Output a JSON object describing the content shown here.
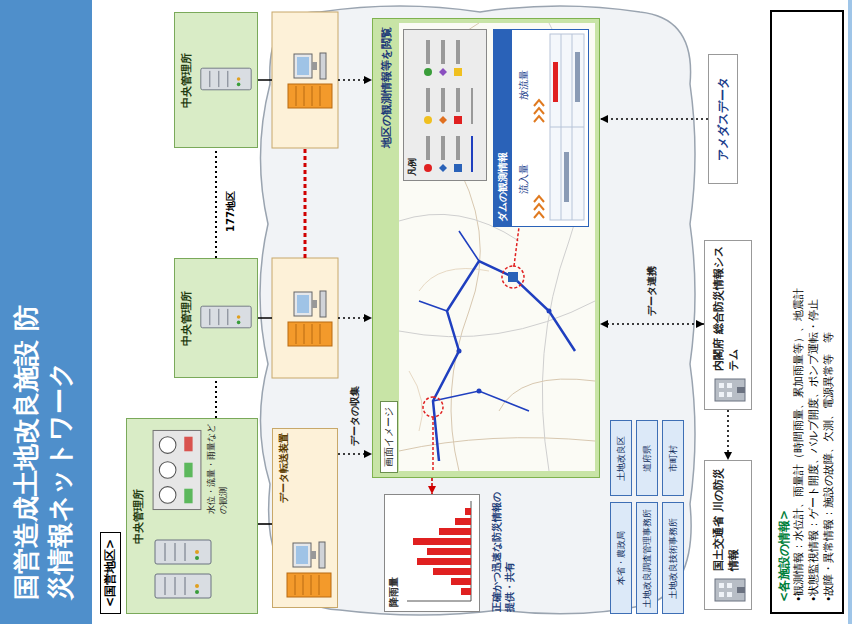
{
  "diagram": {
    "title": "国営造成土地改良施設 防災情報ネットワーク",
    "nodes": [
      {
        "text": [
          "<国営地区>"
        ]
      },
      {
        "text": [
          "中央管理所"
        ],
        "in": 0
      },
      {
        "text": [
          "中央管理所"
        ],
        "in": 0
      },
      {
        "text": [
          "中央管理所"
        ],
        "in": 0
      },
      {
        "text": [
          "データ転送装置"
        ]
      },
      {
        "text": [
          "画面イメージ",
          "地区の観測情報等を閲覧"
        ]
      },
      {
        "text": [
          "凡例"
        ],
        "in": 5
      },
      {
        "text": [
          "ダムの観測情報",
          "流入量",
          "放流量"
        ],
        "in": 5
      },
      {
        "text": [
          "降雨量"
        ]
      },
      {
        "text": [
          "本省・農政局"
        ]
      },
      {
        "text": [
          "土地改良区"
        ]
      },
      {
        "text": [
          "土地改良調査管理事務所"
        ]
      },
      {
        "text": [
          "道府県"
        ]
      },
      {
        "text": [
          "土地改良技術事務所"
        ]
      },
      {
        "text": [
          "市町村"
        ]
      },
      {
        "text": [
          "国土交通省 川の防災情報"
        ]
      },
      {
        "text": [
          "内閣府 総合防災情報システム"
        ]
      },
      {
        "text": [
          "アメダスデータ"
        ]
      },
      {
        "text": [
          "<各施設の情報>",
          "•観測情報：水位計、雨量計（時間雨量、累加雨量等）、地震計",
          "•状態監視情報：ゲート開度、バルブ開度、ポンプ運転・停止",
          "•故障・異常情報：施設の故障、欠測、電源異常等　等"
        ]
      }
    ],
    "edges": [
      {
        "from": 1,
        "to": 4,
        "arrow": "none"
      },
      {
        "from": 4,
        "to": 5,
        "label": "データの収集",
        "arrow": "to"
      },
      {
        "from": 5,
        "to": 8,
        "arrow": "to"
      },
      {
        "from": 16,
        "to": 5,
        "label": "データ連携",
        "arrow": "both"
      },
      {
        "from": 16,
        "to": 15,
        "arrow": "to"
      },
      {
        "from": 17,
        "to": 5,
        "arrow": "to"
      }
    ],
    "labels": [
      "水位・流量・雨量などの観測",
      "177地区",
      "正確かつ迅速な防災情報の提供・共有"
    ]
  }
}
